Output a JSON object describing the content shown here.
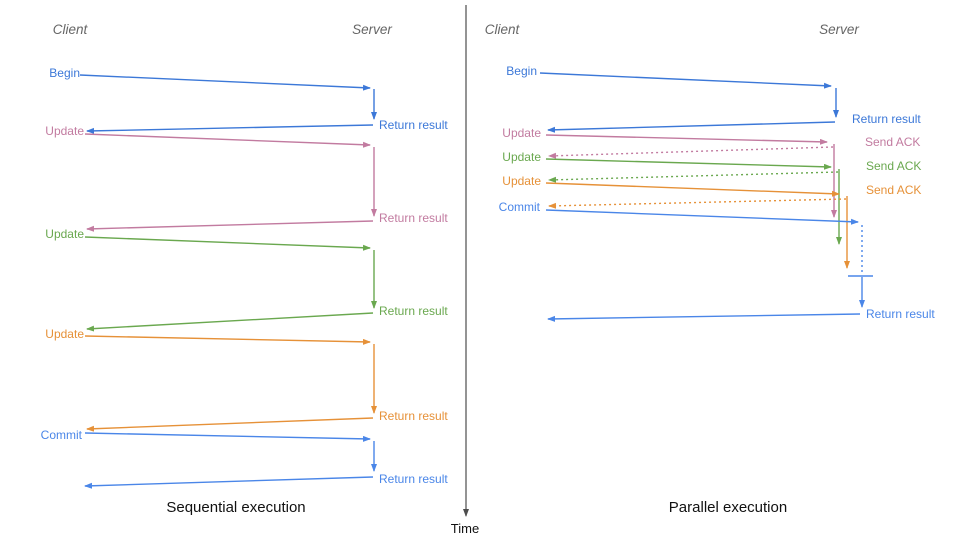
{
  "palette": {
    "blue": "#3c78d8",
    "blue_light": "#4a86e8",
    "pink": "#c27ba0",
    "green": "#6aa84f",
    "orange": "#e69138",
    "header_gray": "#666666",
    "title_color": "#111111",
    "axis_color": "#4d4d4d"
  },
  "time_axis": {
    "label": "Time"
  },
  "sequential": {
    "title": "Sequential execution",
    "client_header": "Client",
    "server_header": "Server",
    "messages": [
      {
        "label": "Begin",
        "color": "blue",
        "response": "Return result"
      },
      {
        "label": "Update",
        "color": "pink",
        "response": "Return result"
      },
      {
        "label": "Update",
        "color": "green",
        "response": "Return result"
      },
      {
        "label": "Update",
        "color": "orange",
        "response": "Return result"
      },
      {
        "label": "Commit",
        "color": "blue_light",
        "response": "Return result"
      }
    ]
  },
  "parallel": {
    "title": "Parallel execution",
    "client_header": "Client",
    "server_header": "Server",
    "messages": [
      {
        "label": "Begin",
        "color": "blue",
        "response": "Return result"
      },
      {
        "label": "Update",
        "color": "pink",
        "response": "Send ACK"
      },
      {
        "label": "Update",
        "color": "green",
        "response": "Send ACK"
      },
      {
        "label": "Update",
        "color": "orange",
        "response": "Send ACK"
      },
      {
        "label": "Commit",
        "color": "blue_light",
        "response": "Return result"
      }
    ]
  }
}
